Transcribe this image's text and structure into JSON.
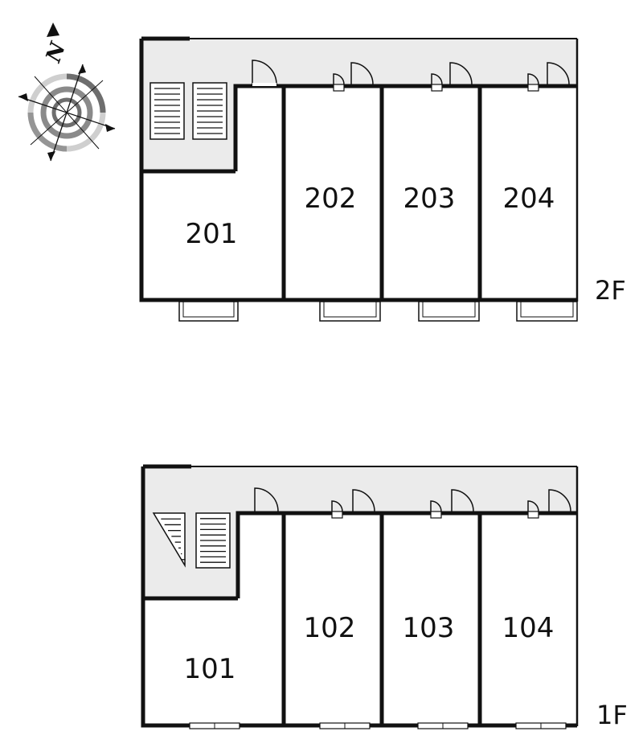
{
  "compass": {
    "north_label": "N",
    "icon": "compass-rose-icon"
  },
  "floors": [
    {
      "id": "2F",
      "label": "2F",
      "rooms": [
        "201",
        "202",
        "203",
        "204"
      ]
    },
    {
      "id": "1F",
      "label": "1F",
      "rooms": [
        "101",
        "102",
        "103",
        "104"
      ]
    }
  ],
  "colors": {
    "wall": "#111111",
    "corridor": "#ebebeb",
    "compass_dark": "#6e6e6e",
    "compass_light": "#cfcfcf"
  }
}
